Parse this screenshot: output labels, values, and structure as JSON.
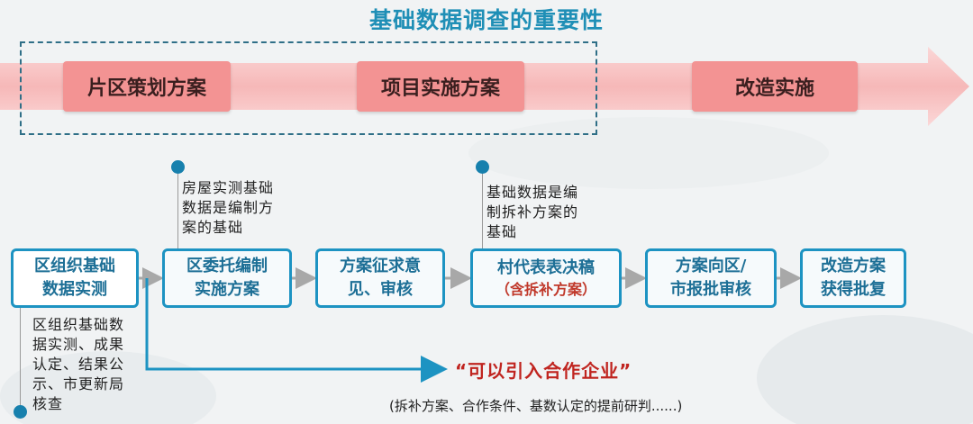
{
  "title": "基础数据调查的重要性",
  "phases": [
    "片区策划方案",
    "项目实施方案",
    "改造实施"
  ],
  "steps": [
    {
      "lines": [
        "区组织基础",
        "数据实测"
      ]
    },
    {
      "lines": [
        "区委托编制",
        "实施方案"
      ]
    },
    {
      "lines": [
        "方案征求意",
        "见、审核"
      ]
    },
    {
      "lines": [
        "村代表表决稿"
      ],
      "sub": "（含拆补方案）"
    },
    {
      "lines": [
        "方案向区/",
        "市报批审核"
      ]
    },
    {
      "lines": [
        "改造方案",
        "获得批复"
      ]
    }
  ],
  "notes": {
    "step2": [
      "房屋实测基础",
      "数据是编制方",
      "案的基础"
    ],
    "step4": [
      "基础数据是编",
      "制拆补方案的",
      "基础"
    ],
    "step1": [
      "区组织基础数",
      "据实测、成果",
      "认定、结果公",
      "示、市更新局",
      "核查"
    ]
  },
  "callout": "“可以引入合作企业”",
  "detail": "(拆补方案、合作条件、基数认定的提前研判......)",
  "colors": {
    "title": "#1f8fb6",
    "phase_fill": "#f39393",
    "step_border": "#1d93c2",
    "step_text": "#1d6f96",
    "accent_red": "#c0241f",
    "dot": "#1780ad"
  }
}
